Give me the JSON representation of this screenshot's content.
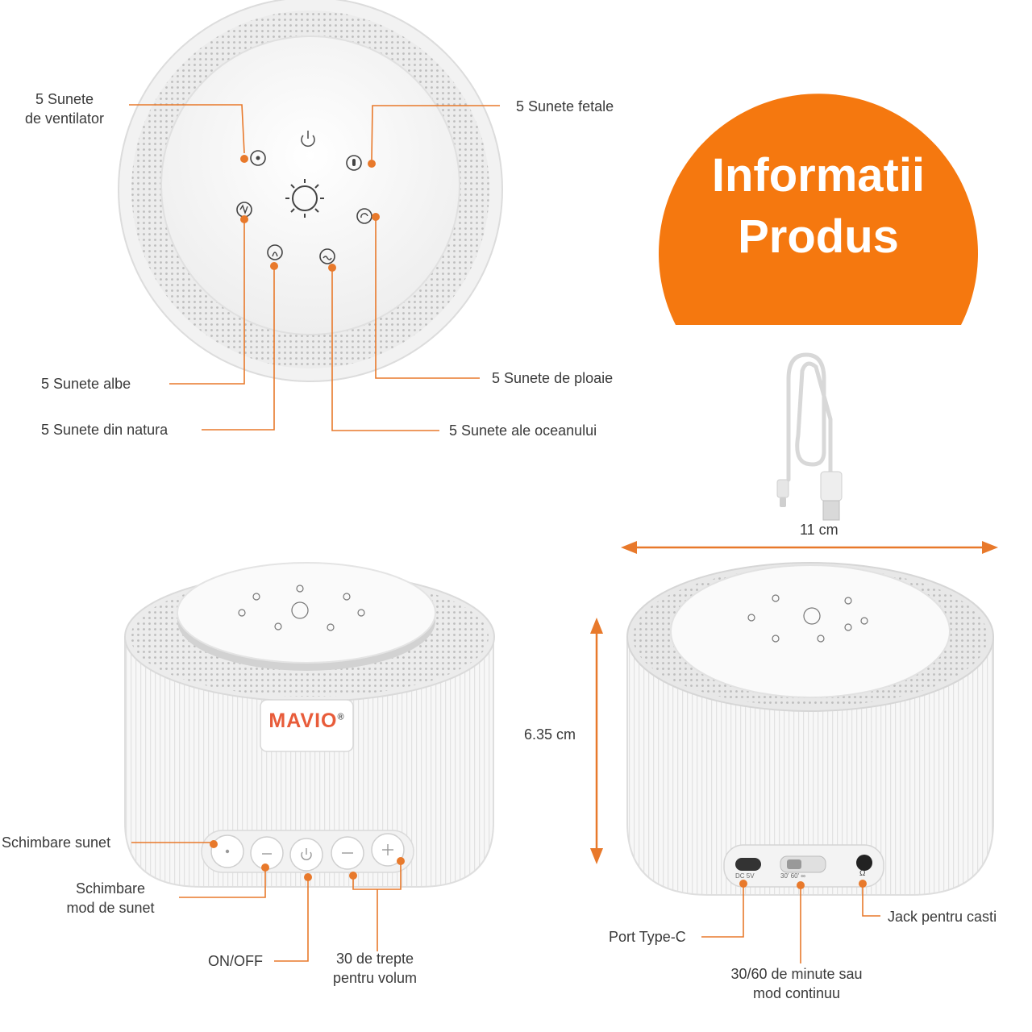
{
  "banner": {
    "line1": "Informatii",
    "line2": "Produs",
    "color": "#F5780F"
  },
  "accent_color": "#E8792B",
  "top_view_labels": {
    "fan": [
      "5 Sunete",
      "de ventilator"
    ],
    "fetal": "5 Sunete fetale",
    "white": "5 Sunete albe",
    "nature": "5 Sunete din natura",
    "rain": "5 Sunete de ploaie",
    "ocean": "5 Sunete ale oceanului"
  },
  "dimensions": {
    "width": "11 cm",
    "height": "6.35 cm"
  },
  "brand": {
    "logo_text": "MAVIO",
    "mark": "®"
  },
  "front_labels": {
    "change_sound": "Schimbare sunet",
    "change_mode": [
      "Schimbare",
      "mod de sunet"
    ],
    "power": "ON/OFF",
    "volume": [
      "30 de trepte",
      "pentru volum"
    ]
  },
  "back_labels": {
    "port": "Port Type-C",
    "timer": [
      "30/60 de minute sau",
      "mod continuu"
    ],
    "jack": "Jack pentru casti"
  },
  "port_markings": {
    "dc": "DC 5V",
    "timer": "30' 60' ∞",
    "headphone": "Ω"
  }
}
